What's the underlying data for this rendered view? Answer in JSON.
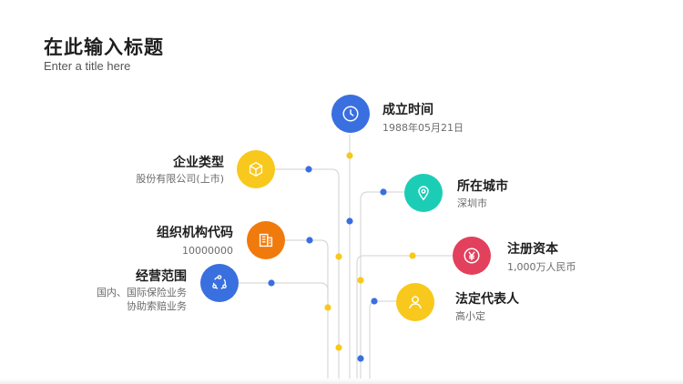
{
  "header": {
    "title": "在此输入标题",
    "subtitle": "Enter a title here"
  },
  "colors": {
    "blue": "#3a6fe0",
    "yellow": "#f8c81c",
    "teal": "#1ccdb6",
    "orange": "#f17a0c",
    "red": "#e2405c",
    "line": "#d9d9d9",
    "dot_blue": "#3a6fe0",
    "dot_yellow": "#f8c81c"
  },
  "nodes": {
    "founded": {
      "title": "成立时间",
      "desc": "1988年05月21日",
      "icon": "clock-icon"
    },
    "company_type": {
      "title": "企业类型",
      "desc": "股份有限公司(上市)",
      "icon": "cube-icon"
    },
    "city": {
      "title": "所在城市",
      "desc": "深圳市",
      "icon": "location-pin-icon"
    },
    "org_code": {
      "title": "组织机构代码",
      "desc": "10000000",
      "icon": "building-icon"
    },
    "capital": {
      "title": "注册资本",
      "desc": "1,000万人民币",
      "icon": "yen-icon"
    },
    "business_scope": {
      "title": "经营范围",
      "desc_line1": "国内、国际保险业务",
      "desc_line2": "协助索赔业务",
      "icon": "share-network-icon"
    },
    "legal_rep": {
      "title": "法定代表人",
      "desc": "高小定",
      "icon": "person-icon"
    }
  }
}
